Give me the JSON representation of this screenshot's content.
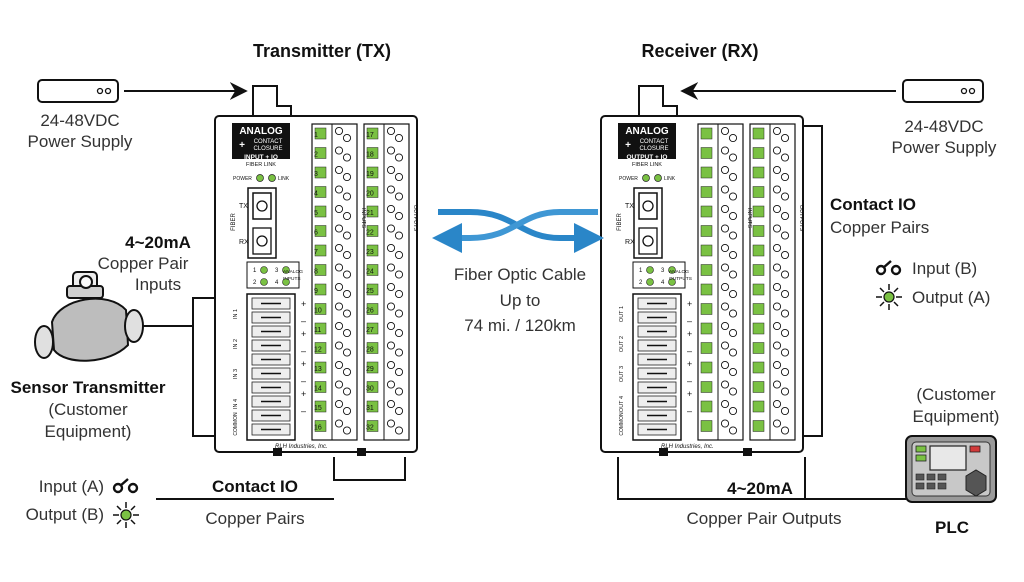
{
  "tx": {
    "title": "Transmitter (TX)",
    "badge_top": "ANALOG",
    "badge_mid": "CONTACT",
    "badge_mid2": "CLOSURE",
    "badge_sub": "INPUT + IO",
    "badge_sub2": "FIBER LINK",
    "power": "POWER",
    "link": "LINK",
    "fiber": "FIBER",
    "tx_port": "TX",
    "rx_port": "RX",
    "inputs": "INPUTS",
    "outputs": "OUTPUTS",
    "analog_label": "ANALOG",
    "analog_label2": "INPUTS",
    "analog_leds": [
      "1",
      "3",
      "2",
      "4"
    ],
    "channels": [
      "IN 1",
      "IN 2",
      "IN 3",
      "IN 4"
    ],
    "common": "COMMON",
    "brand": "RLH Industries, Inc.",
    "col1": [
      "1",
      "2",
      "3",
      "4",
      "5",
      "6",
      "7",
      "8",
      "9",
      "10",
      "11",
      "12",
      "13",
      "14",
      "15",
      "16"
    ],
    "col2": [
      "17",
      "18",
      "19",
      "20",
      "21",
      "22",
      "23",
      "24",
      "25",
      "26",
      "27",
      "28",
      "29",
      "30",
      "31",
      "32"
    ]
  },
  "rx": {
    "title": "Receiver (RX)",
    "badge_top": "ANALOG",
    "badge_mid": "CONTACT",
    "badge_mid2": "CLOSURE",
    "badge_sub": "OUTPUT + IO",
    "badge_sub2": "FIBER LINK",
    "power": "POWER",
    "link": "LINK",
    "fiber": "FIBER",
    "tx_port": "TX",
    "rx_port": "RX",
    "inputs": "INPUTS",
    "outputs": "OUTPUTS",
    "analog_label": "ANALOG",
    "analog_label2": "OUTPUTS",
    "analog_leds": [
      "1",
      "3",
      "2",
      "4"
    ],
    "channels": [
      "OUT 1",
      "OUT 2",
      "OUT 3",
      "OUT 4"
    ],
    "common": "COMMON",
    "brand": "RLH Industries, Inc."
  },
  "left": {
    "power_line1": "24-48VDC",
    "power_line2": "Power Supply",
    "analog_title": "4~20mA",
    "analog_line1": "Copper Pair",
    "analog_line2": "Inputs",
    "sensor_title": "Sensor Transmitter",
    "sensor_line1": "(Customer",
    "sensor_line2": "Equipment)",
    "input_label": "Input (A)",
    "output_label": "Output (B)",
    "contact_title": "Contact IO",
    "contact_sub": "Copper Pairs"
  },
  "right": {
    "power_line1": "24-48VDC",
    "power_line2": "Power Supply",
    "contact_title": "Contact IO",
    "contact_sub": "Copper Pairs",
    "input_label": "Input (B)",
    "output_label": "Output (A)",
    "cust_line1": "(Customer",
    "cust_line2": "Equipment)",
    "plc": "PLC",
    "analog_title": "4~20mA",
    "analog_sub": "Copper Pair Outputs"
  },
  "center": {
    "line1": "Fiber Optic Cable",
    "line2": "Up to",
    "line3": "74 mi. / 120km"
  },
  "colors": {
    "fiber_blue": "#2a86c8",
    "led_green": "#7ac143",
    "line": "#111111"
  }
}
